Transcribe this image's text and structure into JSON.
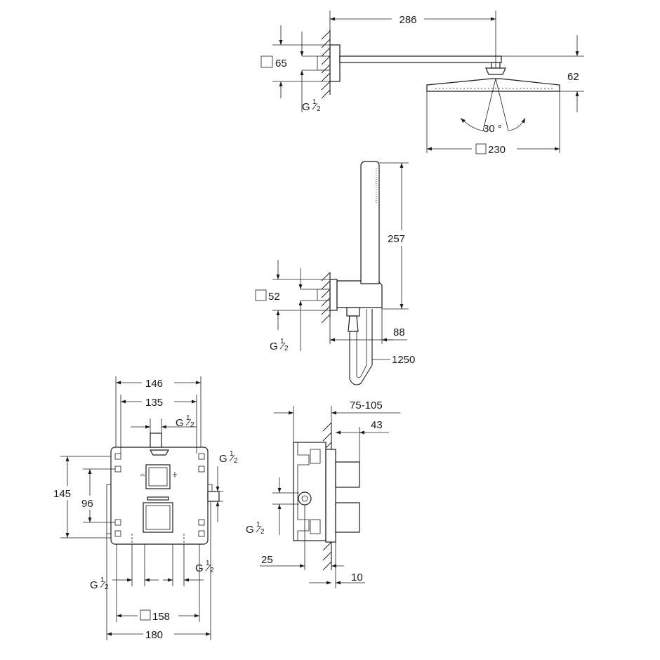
{
  "shower_head_view": {
    "arm_length": "286",
    "flange_size": "65",
    "head_height": "62",
    "head_size": "230",
    "tilt_angle": "30 °",
    "thread_g": "G",
    "thread_num": "1",
    "thread_den": "2"
  },
  "hand_shower_view": {
    "handle_length": "257",
    "bracket_size": "52",
    "bracket_depth": "88",
    "hose_length": "1250",
    "thread_g": "G",
    "thread_num": "1",
    "thread_den": "2"
  },
  "valve_front_view": {
    "plate_width": "146",
    "mount_spacing": "135",
    "plate_height": "145",
    "mount_vspacing": "96",
    "cover_size": "158",
    "overall_width": "180",
    "thread_top": {
      "g": "G",
      "num": "1",
      "den": "2"
    },
    "thread_right": {
      "g": "G",
      "num": "1",
      "den": "2"
    },
    "thread_bottom_left": {
      "g": "G",
      "num": "1",
      "den": "2"
    },
    "thread_bottom_right": {
      "g": "G",
      "num": "1",
      "den": "2"
    }
  },
  "valve_side_view": {
    "install_depth": "75-105",
    "knob_projection": "43",
    "inlet_offset": "25",
    "plate_thickness": "10",
    "thread": {
      "g": "G",
      "num": "1",
      "den": "2"
    }
  }
}
